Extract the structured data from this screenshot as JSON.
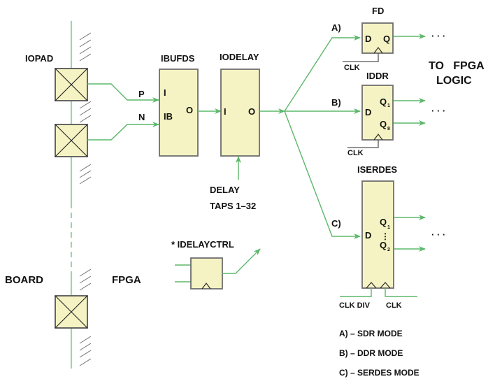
{
  "diagram": {
    "title_labels": {
      "iopad": "IOPAD",
      "ibufds": "IBUFDS",
      "iodelay": "IODELAY",
      "fd": "FD",
      "iddr": "IDDR",
      "iserdes": "ISERDES",
      "idelayctrl": "* IDELAYCTRL",
      "board": "BOARD",
      "fpga": "FPGA",
      "to_fpga_line1": "TO   FPGA",
      "to_fpga_line2": "LOGIC"
    },
    "signals": {
      "p": "P",
      "n": "N",
      "delay_line1": "DELAY",
      "delay_line2": "TAPS 1–32"
    },
    "ibufds_ports": {
      "i": "I",
      "ib": "IB",
      "o": "O"
    },
    "iodelay_ports": {
      "i": "I",
      "o": "O"
    },
    "fd_ports": {
      "d": "D",
      "q": "Q",
      "clk": "CLK"
    },
    "iddr_ports": {
      "d": "D",
      "q1": "Q",
      "q1_sub": "1",
      "q2": "Q",
      "q2_sub": "8",
      "clk": "CLK"
    },
    "iserdes_ports": {
      "d": "D",
      "q1": "Q",
      "q1_sub": "1",
      "q2": "Q",
      "q2_sub": "2",
      "vdots": "⋮",
      "clkdiv": "CLK DIV",
      "clk": "CLK"
    },
    "branches": {
      "a": "A)",
      "b": "B)",
      "c": "C)"
    },
    "ellipsis": "· · ·",
    "legend": [
      "A) – SDR MODE",
      "B) – DDR MODE",
      "C) – SERDES MODE"
    ],
    "colors": {
      "wire": "#5cb86a",
      "board_line": "#9dd5aa",
      "block_fill": "#f5f3c3",
      "block_border": "#6e6e6e"
    }
  }
}
